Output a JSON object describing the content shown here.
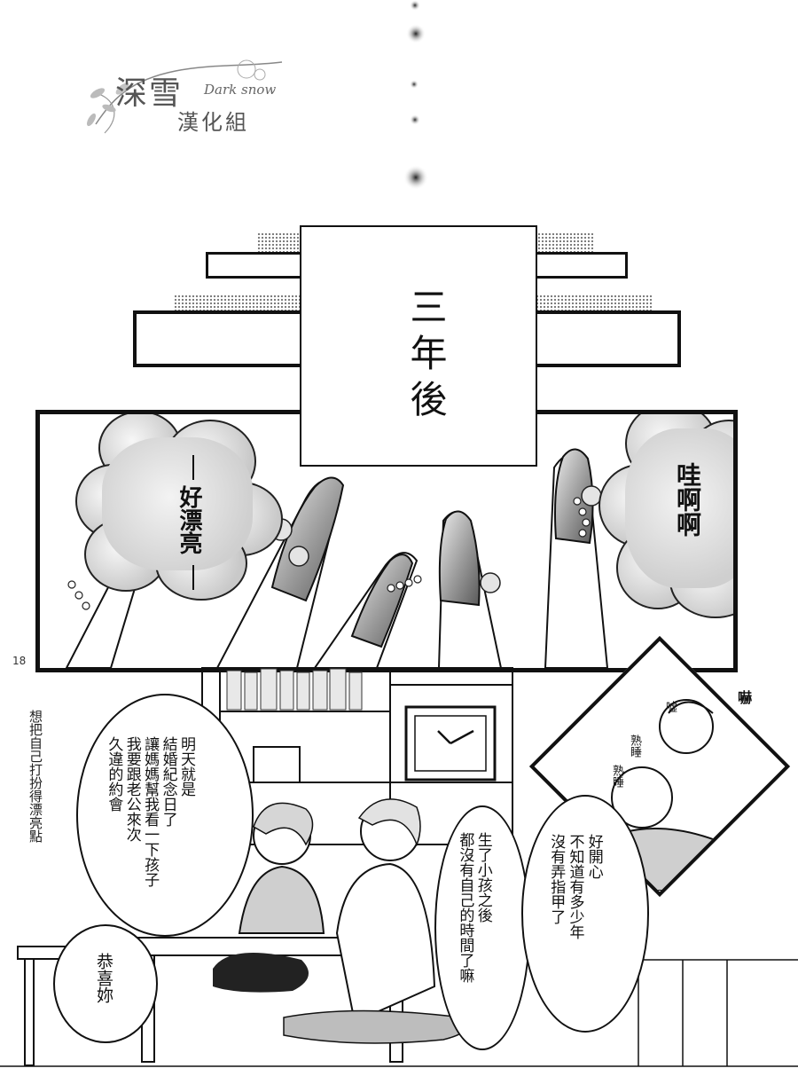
{
  "watermark": {
    "title": "深雪",
    "latin": "Dark snow",
    "group": "漢化組"
  },
  "caption": {
    "text": "三年後"
  },
  "page_number": "18",
  "panel_nails": {
    "left_cloud": "好漂亮",
    "right_cloud": "哇啊啊"
  },
  "panel_baby": {
    "hush": "噓",
    "startle": "嚇",
    "sleep_1": "熟睡",
    "sleep_2": "熟睡"
  },
  "panel_table": {
    "speech_main": "明天就是\n結婚紀念日了\n讓媽媽幫我看一下孩子\n我要跟老公來次\n久違的約會",
    "aside": "想把自己打扮得漂亮點",
    "congrats": "恭喜妳",
    "no_time": "生了小孩之後\n都沒有自己的時間了嘛",
    "happy": "好開心\n不知道有多少年\n沒有弄指甲了"
  }
}
